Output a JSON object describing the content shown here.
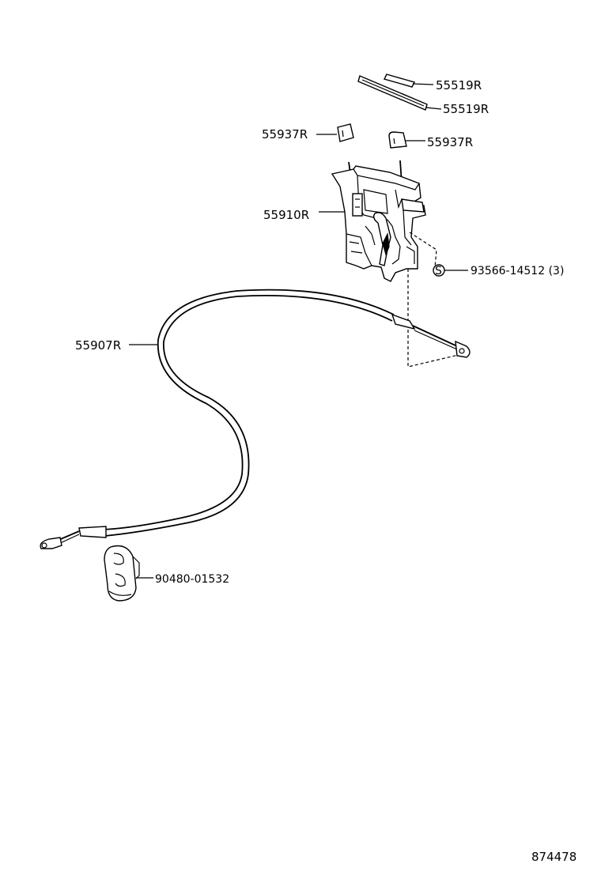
{
  "labels": {
    "seal_upper": "55519R",
    "seal_lower": "55519R",
    "cushion_left": "55937R",
    "cushion_right": "55937R",
    "lock_assy": "55910R",
    "screw": "93566-14512 (3)",
    "screw_symbol": "S",
    "cable": "55907R",
    "grommet": "90480-01532"
  },
  "figure_number": "874478"
}
